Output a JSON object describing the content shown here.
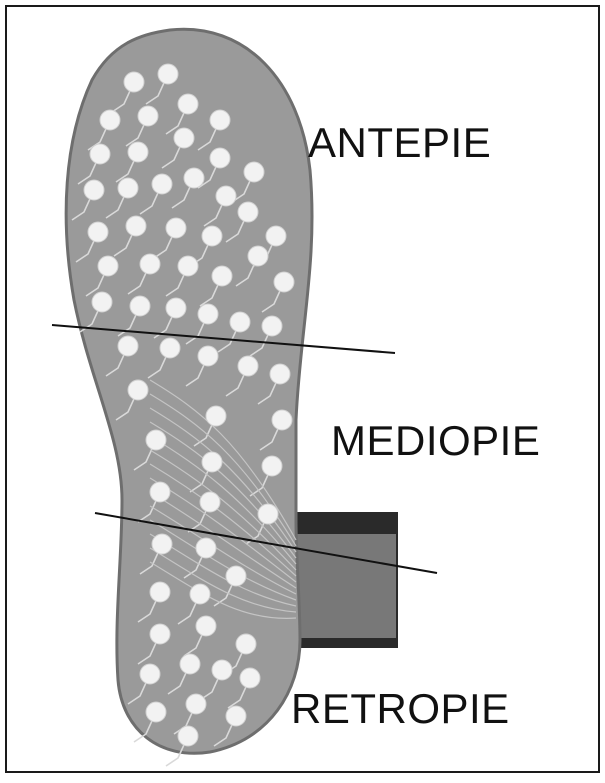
{
  "figure": {
    "regions": [
      {
        "id": "forefoot",
        "label": "ANTEPIE"
      },
      {
        "id": "midfoot",
        "label": "MEDIOPIE"
      },
      {
        "id": "rearfoot",
        "label": "RETROPIE"
      }
    ],
    "colors": {
      "frame": "#1a1a1a",
      "insole_fill": "#9a9a9a",
      "insole_edge": "#6e6e6e",
      "sensor": "#f2f2f2",
      "trace": "#d9d9d9",
      "cable": "#222222",
      "divider_line": "#111111"
    }
  }
}
